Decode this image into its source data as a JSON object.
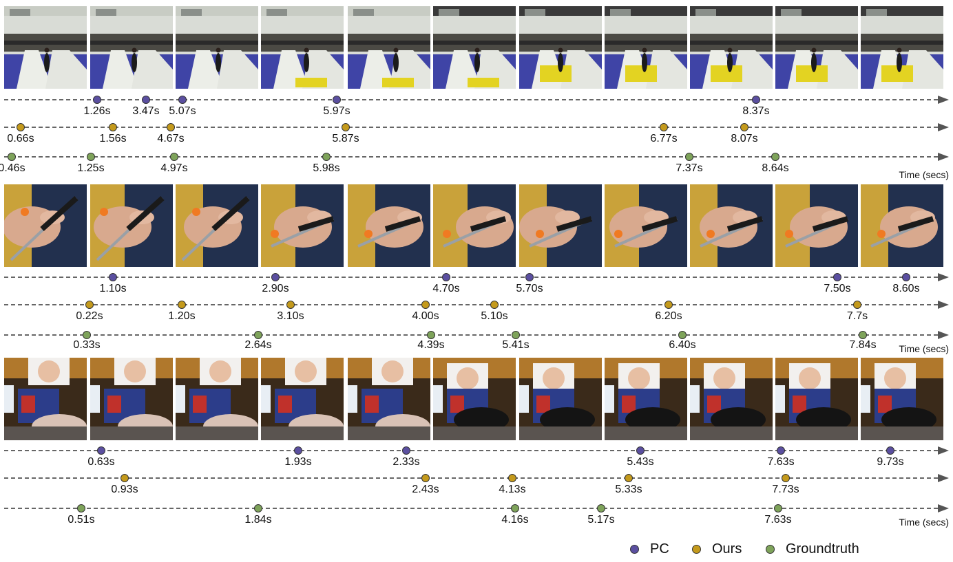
{
  "colors": {
    "pc": "#5b4fa0",
    "ours": "#c49a1c",
    "groundtruth": "#7ea35a"
  },
  "axis_label": "Time (secs)",
  "legend": [
    {
      "key": "pc",
      "label": "PC",
      "icon": "pc-dot-icon"
    },
    {
      "key": "ours",
      "label": "Ours",
      "icon": "ours-dot-icon"
    },
    {
      "key": "groundtruth",
      "label": "Groundtruth",
      "icon": "groundtruth-dot-icon"
    }
  ],
  "examples": [
    {
      "scene": "gymnastics",
      "frame_count": 11,
      "timelines": [
        {
          "key": "pc",
          "markers": [
            "1.26s",
            "3.47s",
            "5.07s",
            "5.97s",
            "8.37s"
          ]
        },
        {
          "key": "ours",
          "markers": [
            "0.66s",
            "1.56s",
            "4.67s",
            "5.87s",
            "6.77s",
            "8.07s"
          ]
        },
        {
          "key": "groundtruth",
          "markers": [
            "0.46s",
            "1.25s",
            "4.97s",
            "5.98s",
            "7.37s",
            "8.64s"
          ]
        }
      ]
    },
    {
      "scene": "knife",
      "frame_count": 11,
      "timelines": [
        {
          "key": "pc",
          "markers": [
            "1.10s",
            "2.90s",
            "4.70s",
            "5.70s",
            "7.50s",
            "8.60s"
          ]
        },
        {
          "key": "ours",
          "markers": [
            "0.22s",
            "1.20s",
            "3.10s",
            "4.00s",
            "5.10s",
            "6.20s",
            "7.7s"
          ]
        },
        {
          "key": "groundtruth",
          "markers": [
            "0.33s",
            "2.64s",
            "4.39s",
            "5.41s",
            "6.40s",
            "7.84s"
          ]
        }
      ]
    },
    {
      "scene": "baby",
      "frame_count": 11,
      "timelines": [
        {
          "key": "pc",
          "markers": [
            "0.63s",
            "1.93s",
            "2.33s",
            "5.43s",
            "7.63s",
            "9.73s"
          ]
        },
        {
          "key": "ours",
          "markers": [
            "0.93s",
            "2.43s",
            "4.13s",
            "5.33s",
            "7.73s"
          ]
        },
        {
          "key": "groundtruth",
          "markers": [
            "0.51s",
            "1.84s",
            "4.16s",
            "5.17s",
            "7.63s"
          ]
        }
      ]
    }
  ]
}
